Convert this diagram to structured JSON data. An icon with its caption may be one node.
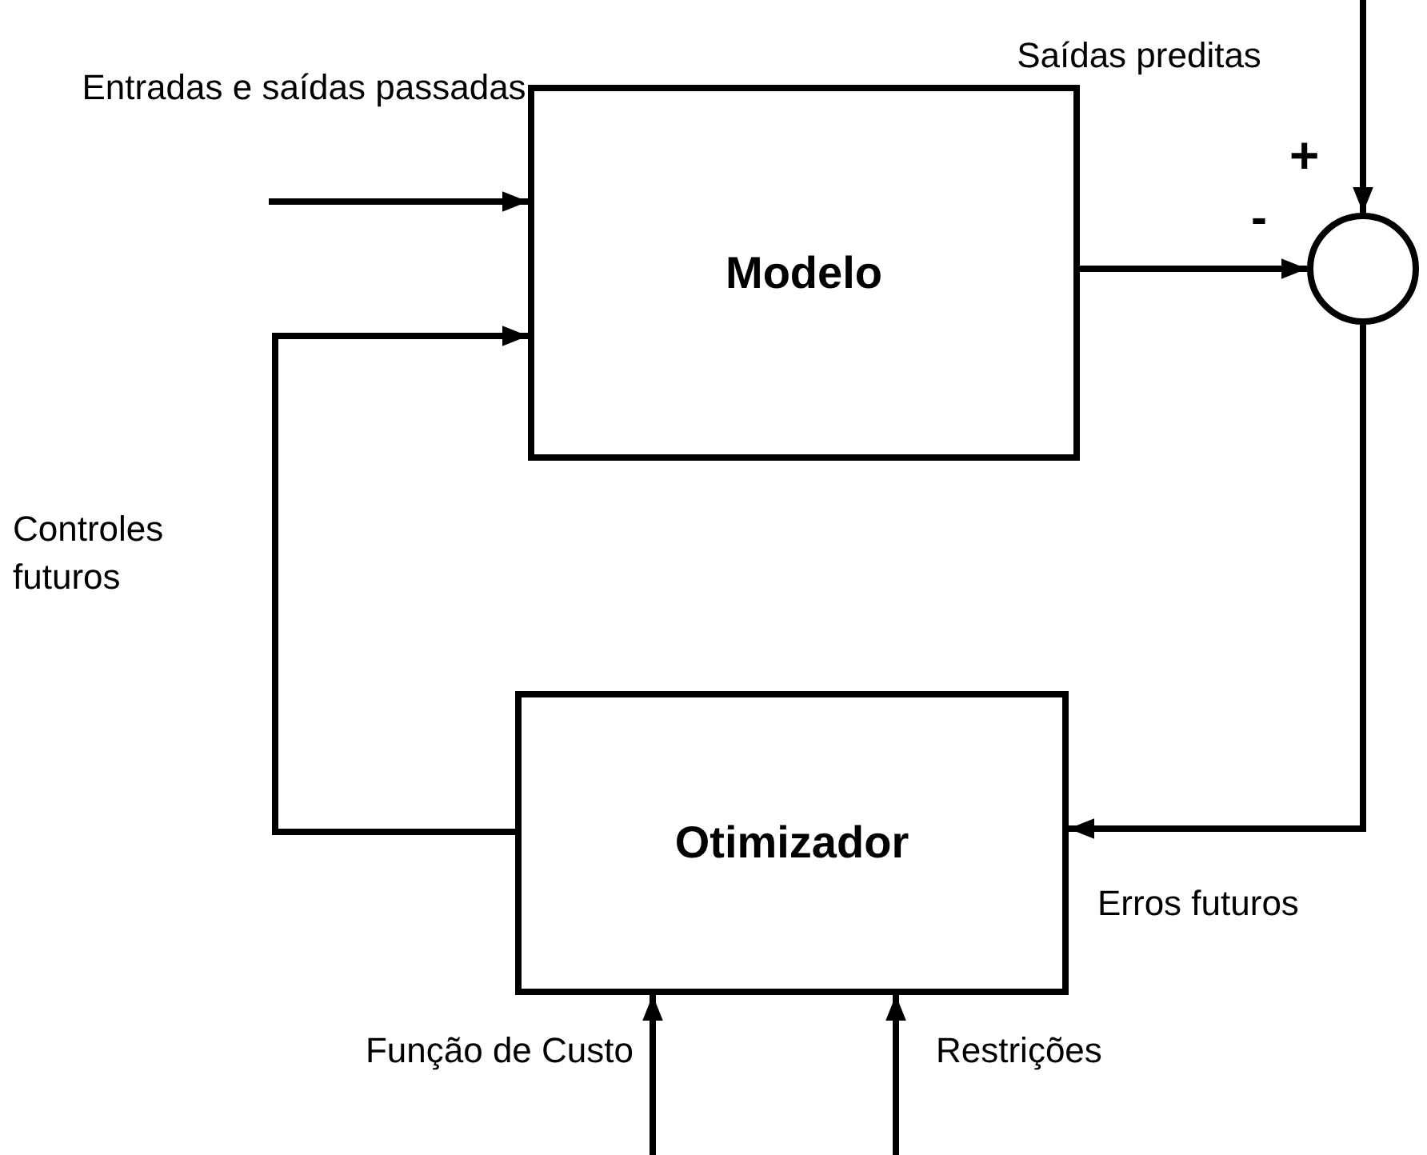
{
  "diagram": {
    "nodes": [
      {
        "text": [
          "Modelo"
        ]
      },
      {
        "text": [
          "Otimizador"
        ]
      },
      {
        "text": [],
        "shape": "circle"
      }
    ],
    "edges": [
      {
        "from": null,
        "to": 0,
        "arrow": "to",
        "label": "Entradas e saídas passadas"
      },
      {
        "from": 1,
        "to": 0,
        "arrow": "to",
        "label": "Controles futuros"
      },
      {
        "from": 0,
        "to": 2,
        "arrow": "to"
      },
      {
        "from": null,
        "to": 2,
        "arrow": "to"
      },
      {
        "from": 2,
        "to": 1,
        "arrow": "to",
        "label": "Erros futuros"
      },
      {
        "from": null,
        "to": 1,
        "arrow": "to",
        "label": "Função de Custo"
      },
      {
        "from": null,
        "to": 1,
        "arrow": "to",
        "label": "Restrições"
      }
    ],
    "labels": [
      "Saídas preditas",
      "+",
      "-"
    ]
  }
}
